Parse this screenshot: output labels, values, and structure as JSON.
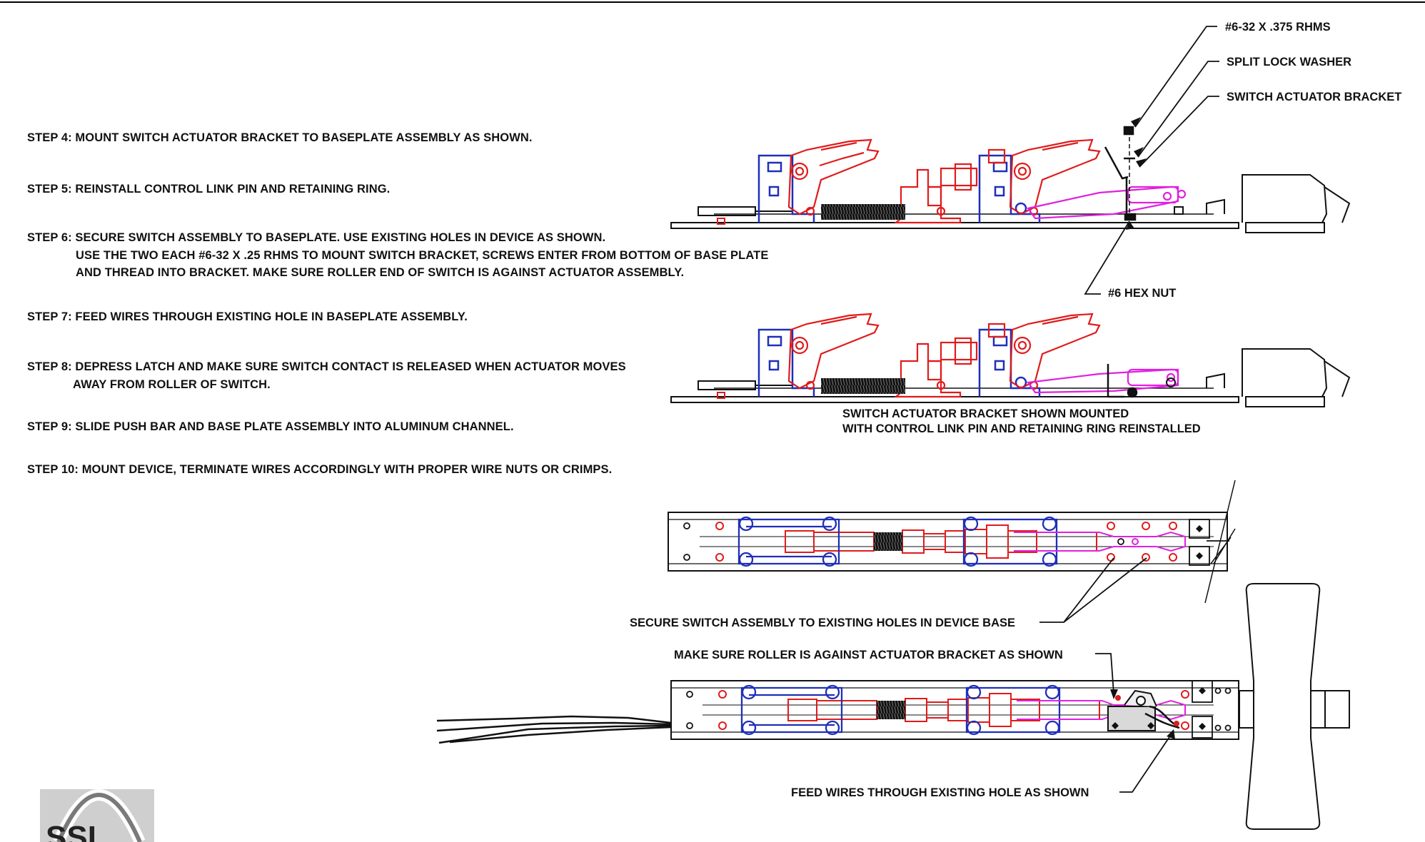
{
  "steps": [
    {
      "label": "STEP 4: MOUNT SWITCH ACTUATOR BRACKET TO BASEPLATE ASSEMBLY AS SHOWN."
    },
    {
      "label": "STEP 5: REINSTALL CONTROL LINK PIN AND RETAINING RING."
    },
    {
      "label": "STEP 6: SECURE SWITCH ASSEMBLY TO BASEPLATE. USE EXISTING HOLES IN DEVICE AS SHOWN.",
      "line2": "USE THE TWO EACH #6-32 X .25 RHMS TO MOUNT SWITCH BRACKET, SCREWS ENTER FROM BOTTOM OF BASE PLATE",
      "line3": "AND THREAD INTO BRACKET. MAKE SURE ROLLER END OF SWITCH IS AGAINST ACTUATOR ASSEMBLY."
    },
    {
      "label": "STEP 7: FEED WIRES THROUGH EXISTING HOLE IN BASEPLATE ASSEMBLY."
    },
    {
      "label": "STEP 8: DEPRESS LATCH AND MAKE SURE SWITCH CONTACT IS RELEASED WHEN ACTUATOR MOVES",
      "line2": "AWAY FROM ROLLER OF SWITCH."
    },
    {
      "label": "STEP 9: SLIDE PUSH BAR AND BASE PLATE ASSEMBLY INTO ALUMINUM CHANNEL."
    },
    {
      "label": "STEP 10: MOUNT DEVICE, TERMINATE WIRES ACCORDINGLY WITH PROPER WIRE NUTS OR CRIMPS."
    }
  ],
  "callouts": {
    "screw": "#6-32 X .375 RHMS",
    "washer": "SPLIT LOCK WASHER",
    "bracket": "SWITCH ACTUATOR BRACKET",
    "hex_nut": "#6 HEX NUT",
    "mounted_line1": "SWITCH ACTUATOR BRACKET SHOWN MOUNTED",
    "mounted_line2": "WITH CONTROL LINK PIN AND RETAINING RING REINSTALLED",
    "secure": "SECURE SWITCH ASSEMBLY TO EXISTING HOLES IN DEVICE BASE",
    "roller": "MAKE SURE ROLLER IS AGAINST ACTUATOR BRACKET AS SHOWN",
    "feed": "FEED WIRES THROUGH EXISTING HOLE AS SHOWN"
  },
  "logo": {
    "icon": "arch-logo-icon",
    "text": "SSI"
  },
  "colors": {
    "red": "#e01b1b",
    "blue": "#1f2fb8",
    "magenta": "#e020e0",
    "black": "#111111"
  }
}
